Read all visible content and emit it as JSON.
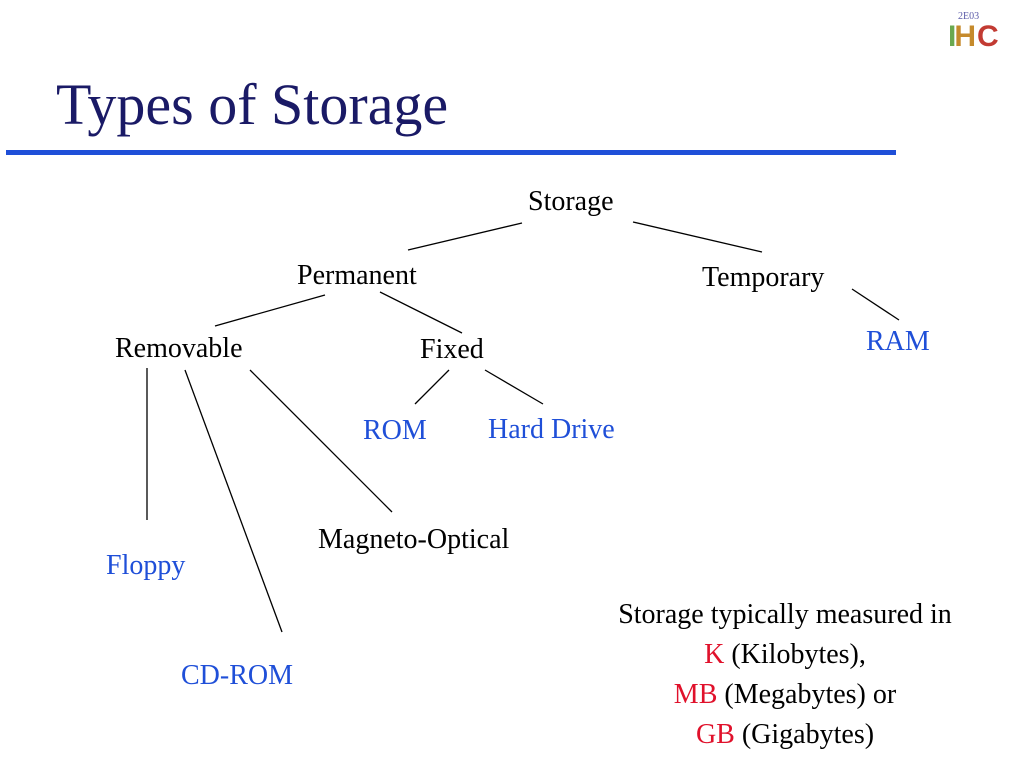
{
  "slide": {
    "title": "Types of Storage"
  },
  "logo": {
    "caption": "2E03",
    "letters": [
      "I",
      "H",
      "C"
    ],
    "colors": {
      "bar": "#6aa84f",
      "h": "#c58a2c",
      "c": "#c23b33"
    }
  },
  "colors": {
    "title": "#1a1a66",
    "rule": "#1f4fd8",
    "leaf": "#1f4fd8",
    "unit": "#e0112b",
    "text": "#000000"
  },
  "tree": {
    "root": "Storage",
    "permanent": "Permanent",
    "temporary": "Temporary",
    "removable": "Removable",
    "fixed": "Fixed",
    "ram": "RAM",
    "rom": "ROM",
    "hard_drive": "Hard Drive",
    "floppy": "Floppy",
    "cd_rom": "CD-ROM",
    "magneto_optical": "Magneto-Optical"
  },
  "note": {
    "line1": "Storage typically measured in",
    "units": [
      {
        "abbr": "K",
        "desc": " (Kilobytes),",
        "color": "#e0112b"
      },
      {
        "abbr": "MB",
        "desc": " (Megabytes) or",
        "color": "#e0112b"
      },
      {
        "abbr": "GB",
        "desc": " (Gigabytes)",
        "color": "#e0112b"
      }
    ]
  }
}
